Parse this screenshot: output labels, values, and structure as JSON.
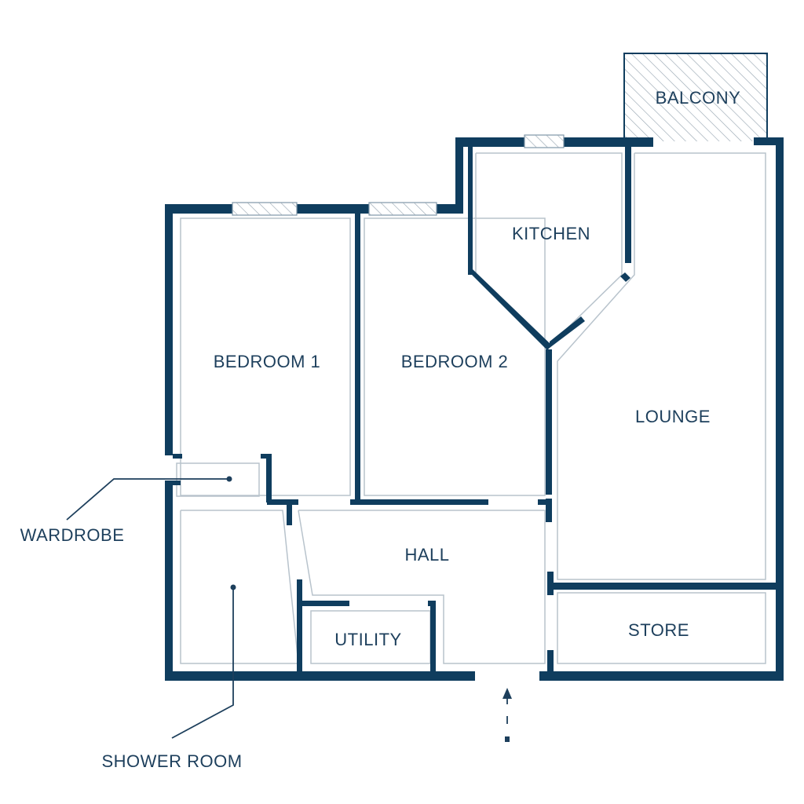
{
  "rooms": {
    "balcony": "BALCONY",
    "kitchen": "KITCHEN",
    "bedroom1": "BEDROOM 1",
    "bedroom2": "BEDROOM 2",
    "lounge": "LOUNGE",
    "hall": "HALL",
    "utility": "UTILITY",
    "store": "STORE"
  },
  "callouts": {
    "wardrobe": "WARDROBE",
    "shower_room": "SHOWER ROOM"
  },
  "colors": {
    "wall": "#0f3d5e",
    "text": "#1d3f5c",
    "inner_line": "#b8c3cc"
  },
  "icons": {
    "entrance": "entrance-arrow-icon"
  }
}
